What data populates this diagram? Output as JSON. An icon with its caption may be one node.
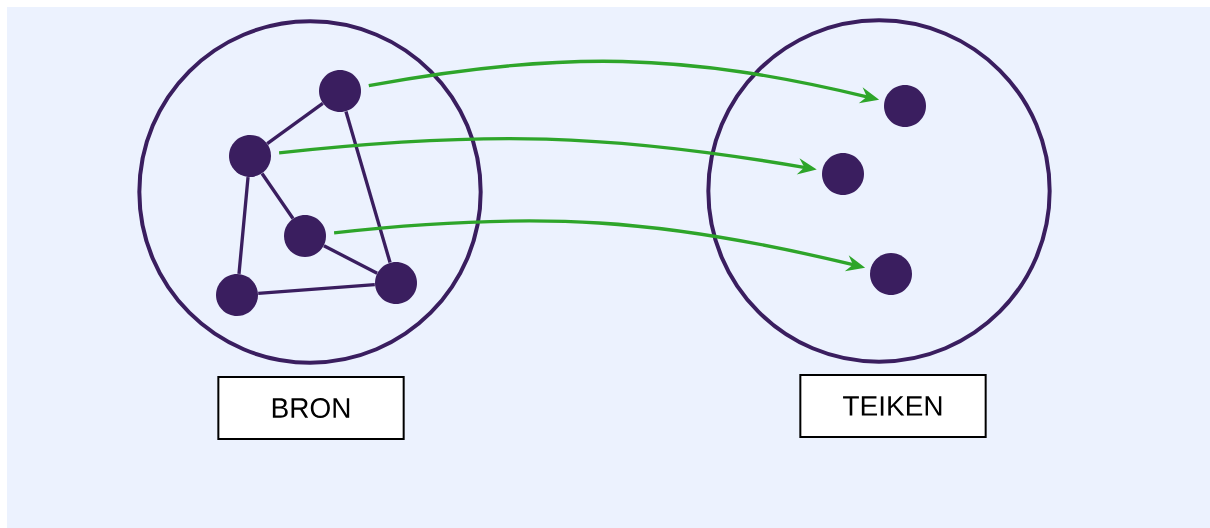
{
  "diagram": {
    "nodes": [
      {
        "text": [],
        "shape": "circle"
      },
      {
        "text": [],
        "shape": "circle",
        "in": 0
      },
      {
        "text": [],
        "shape": "circle",
        "in": 0
      },
      {
        "text": [],
        "shape": "circle",
        "in": 0
      },
      {
        "text": [],
        "shape": "circle",
        "in": 0
      },
      {
        "text": [],
        "shape": "circle",
        "in": 0
      },
      {
        "text": [],
        "shape": "circle"
      },
      {
        "text": [],
        "shape": "circle",
        "in": 6
      },
      {
        "text": [],
        "shape": "circle",
        "in": 6
      },
      {
        "text": [],
        "shape": "circle",
        "in": 6
      },
      {
        "text": [
          "BRON"
        ]
      },
      {
        "text": [
          "TEIKEN"
        ]
      }
    ],
    "edges": [
      {
        "from": 1,
        "to": 2,
        "arrow": "none"
      },
      {
        "from": 1,
        "to": 5,
        "arrow": "none"
      },
      {
        "from": 2,
        "to": 3,
        "arrow": "none"
      },
      {
        "from": 2,
        "to": 4,
        "arrow": "none"
      },
      {
        "from": 3,
        "to": 5,
        "arrow": "none"
      },
      {
        "from": 4,
        "to": 5,
        "arrow": "none"
      },
      {
        "from": 1,
        "to": 7,
        "arrow": "to",
        "color": "#2ea52a"
      },
      {
        "from": 2,
        "to": 8,
        "arrow": "to",
        "color": "#2ea52a"
      },
      {
        "from": 3,
        "to": 9,
        "arrow": "to",
        "color": "#2ea52a"
      }
    ]
  }
}
